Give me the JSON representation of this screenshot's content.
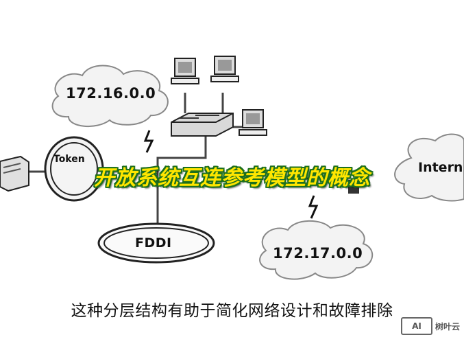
{
  "diagram": {
    "network_1": "172.16.0.0",
    "network_2": "172.17.0.0",
    "fddi": "FDDI",
    "token_ring": "Token",
    "internet": "Intern"
  },
  "overlay": {
    "headline": "开放系统互连参考模型的概念",
    "subtitle": "这种分层结构有助于简化网络设计和故障排除"
  },
  "watermark": {
    "logo_text": "AI",
    "name": "树叶云"
  },
  "colors": {
    "headline_fill": "#ffe600",
    "headline_outline": "#1d6f1d"
  }
}
